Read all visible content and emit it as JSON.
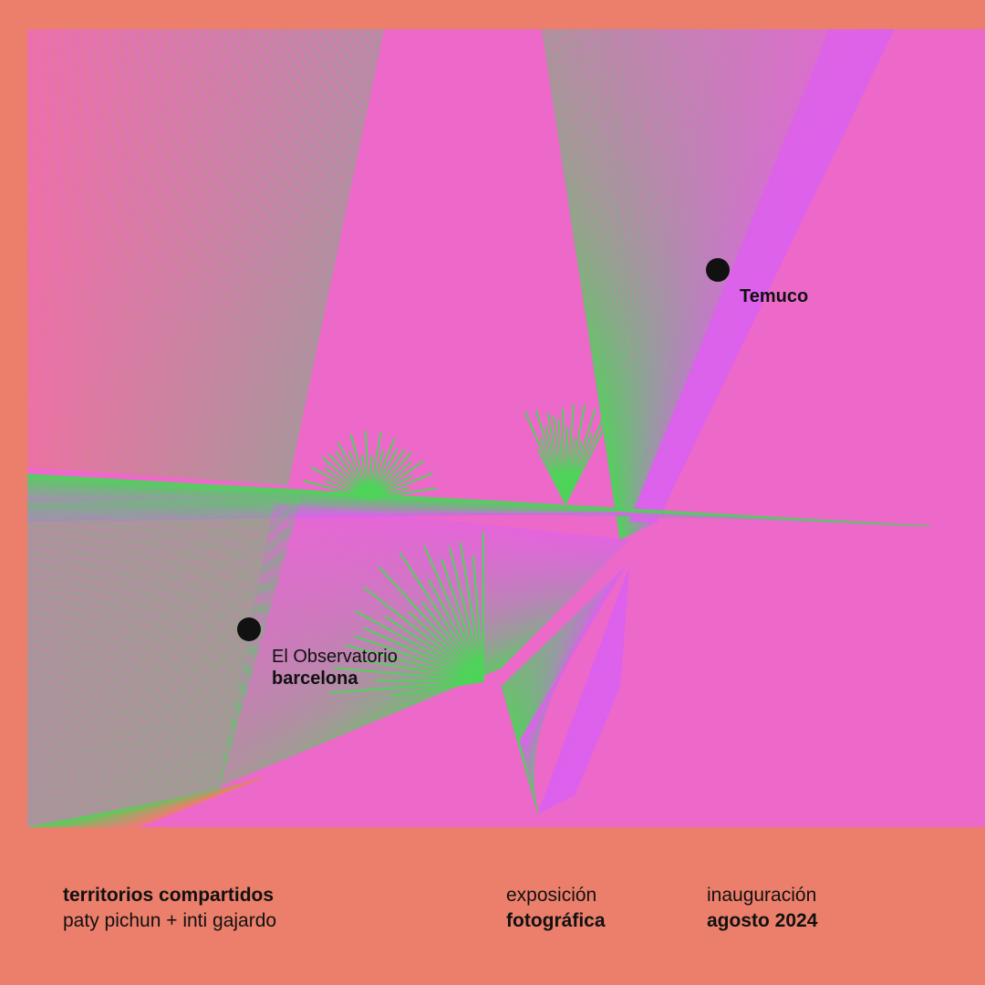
{
  "colors": {
    "frame": "#ec7f6b",
    "canvas": "#ec69c9",
    "green": "#4fd35a",
    "violet": "#dd62ec",
    "marker": "#111111"
  },
  "locations": {
    "temuco": {
      "name": "Temuco"
    },
    "barcelona": {
      "venue": "El Observatorio",
      "city": "barcelona"
    }
  },
  "footer": {
    "title": "territorios compartidos",
    "authors": "paty pichun + inti gajardo",
    "type_line1": "exposición",
    "type_line2": "fotográfica",
    "date_line1": "inauguración",
    "date_line2": "agosto 2024"
  }
}
